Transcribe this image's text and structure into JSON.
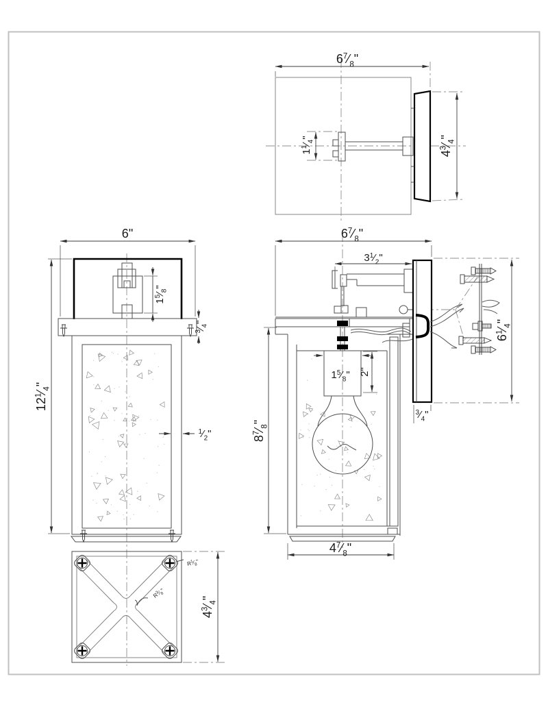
{
  "meta": {
    "frac_slash": "⁄"
  },
  "colors": {
    "line": "#4d4d4d",
    "bold_line": "#000000",
    "centerline": "#8f8f8f",
    "dimension": "#3c3c3c",
    "sheet_border": "#c0c0c0",
    "background": "#ffffff",
    "speckle": "#8f8f8f"
  },
  "dims": {
    "top_view": {
      "overall_width": {
        "whole": "6",
        "num": "7",
        "den": "8",
        "unit": "\""
      },
      "stem_height": {
        "whole": "1",
        "num": "1",
        "den": "4",
        "unit": "\""
      },
      "backplate_height": {
        "whole": "4",
        "num": "3",
        "den": "4",
        "unit": "\""
      }
    },
    "front_view": {
      "plate_width": {
        "whole": "6",
        "unit": "\""
      },
      "bracket_height": {
        "whole": "1",
        "num": "5",
        "den": "8",
        "unit": "\""
      },
      "plate_thickness": {
        "num": "3",
        "den": "4",
        "unit": "\""
      },
      "overall_height": {
        "whole": "12",
        "num": "1",
        "den": "4",
        "unit": "\""
      },
      "frame_width": {
        "num": "1",
        "den": "2",
        "unit": "\""
      }
    },
    "side_view": {
      "overall_depth": {
        "whole": "6",
        "num": "7",
        "den": "8",
        "unit": "\""
      },
      "arm_length": {
        "whole": "3",
        "num": "1",
        "den": "2",
        "unit": "\""
      },
      "socket_width": {
        "whole": "1",
        "num": "5",
        "den": "8",
        "unit": "\""
      },
      "socket_height": {
        "whole": "2",
        "unit": "\""
      },
      "glass_height": {
        "whole": "8",
        "num": "7",
        "den": "8",
        "unit": "\""
      },
      "backplate_thickness": {
        "num": "3",
        "den": "4",
        "unit": "\""
      },
      "glass_depth": {
        "whole": "4",
        "num": "7",
        "den": "8",
        "unit": "\""
      },
      "mount_height": {
        "whole": "6",
        "num": "1",
        "den": "4",
        "unit": "\""
      }
    },
    "bottom_view": {
      "corner_radius": {
        "prefix": "R",
        "num": "1",
        "den": "8",
        "unit": "\""
      },
      "brace_radius": {
        "prefix": "R",
        "num": "3",
        "den": "8",
        "unit": "\""
      },
      "depth": {
        "whole": "4",
        "num": "3",
        "den": "4",
        "unit": "\""
      }
    }
  }
}
